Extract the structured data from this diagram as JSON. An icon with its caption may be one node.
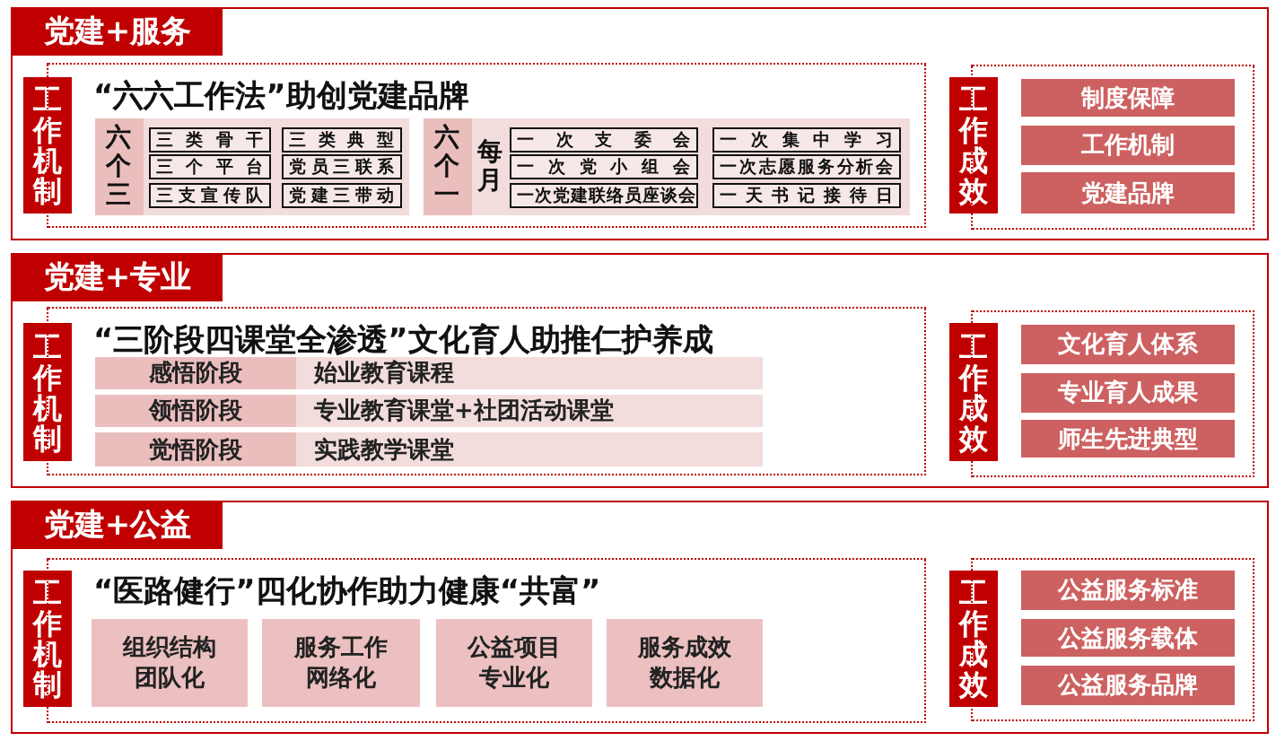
{
  "diagram": {
    "nodes": [
      {
        "text": [
          "党建+服务"
        ]
      },
      {
        "text": [
          "工作机制"
        ],
        "in": 0
      },
      {
        "text": [
          "“六六工作法”助创党建品牌"
        ],
        "in": 0
      },
      {
        "text": [
          "六个三"
        ],
        "in": 2
      },
      {
        "text": [
          "三类骨干"
        ],
        "in": 3
      },
      {
        "text": [
          "三类典型"
        ],
        "in": 3
      },
      {
        "text": [
          "三个平台"
        ],
        "in": 3
      },
      {
        "text": [
          "党员三联系"
        ],
        "in": 3
      },
      {
        "text": [
          "三支宣传队"
        ],
        "in": 3
      },
      {
        "text": [
          "党建三带动"
        ],
        "in": 3
      },
      {
        "text": [
          "六个一",
          "每月"
        ],
        "in": 2
      },
      {
        "text": [
          "一次支委会"
        ],
        "in": 10
      },
      {
        "text": [
          "一次集中学习"
        ],
        "in": 10
      },
      {
        "text": [
          "一次党小组会"
        ],
        "in": 10
      },
      {
        "text": [
          "一次志愿服务分析会"
        ],
        "in": 10
      },
      {
        "text": [
          "一次党建联络员座谈会"
        ],
        "in": 10
      },
      {
        "text": [
          "一天书记接待日"
        ],
        "in": 10
      },
      {
        "text": [
          "工作成效"
        ],
        "in": 0
      },
      {
        "text": [],
        "shape": "box",
        "in": 0
      },
      {
        "text": [
          "制度保障"
        ],
        "in": 18
      },
      {
        "text": [
          "工作机制"
        ],
        "in": 18
      },
      {
        "text": [
          "党建品牌"
        ],
        "in": 18
      },
      {
        "text": [
          "党建+专业"
        ]
      },
      {
        "text": [
          "工作机制"
        ],
        "in": 22
      },
      {
        "text": [
          "“三阶段四课堂全渗透”文化育人助推仁护养成"
        ],
        "in": 22
      },
      {
        "text": [
          "感悟阶段",
          "始业教育课程"
        ],
        "in": 24
      },
      {
        "text": [
          "领悟阶段",
          "专业教育课堂+社团活动课堂"
        ],
        "in": 24
      },
      {
        "text": [
          "觉悟阶段",
          "实践教学课堂"
        ],
        "in": 24
      },
      {
        "text": [
          "工作成效"
        ],
        "in": 22
      },
      {
        "text": [],
        "shape": "box",
        "in": 22
      },
      {
        "text": [
          "文化育人体系"
        ],
        "in": 29
      },
      {
        "text": [
          "专业育人成果"
        ],
        "in": 29
      },
      {
        "text": [
          "师生先进典型"
        ],
        "in": 29
      },
      {
        "text": [
          "党建+公益"
        ]
      },
      {
        "text": [
          "工作机制"
        ],
        "in": 33
      },
      {
        "text": [
          "“医路健行”四化协作助力健康“共富”"
        ],
        "in": 33
      },
      {
        "text": [
          "组织结构团队化"
        ],
        "in": 35
      },
      {
        "text": [
          "服务工作网络化"
        ],
        "in": 35
      },
      {
        "text": [
          "公益项目专业化"
        ],
        "in": 35
      },
      {
        "text": [
          "服务成效数据化"
        ],
        "in": 35
      },
      {
        "text": [
          "工作成效"
        ],
        "in": 33
      },
      {
        "text": [],
        "shape": "box",
        "in": 33
      },
      {
        "text": [
          "公益服务标准"
        ],
        "in": 41
      },
      {
        "text": [
          "公益服务载体"
        ],
        "in": 41
      },
      {
        "text": [
          "公益服务品牌"
        ],
        "in": 41
      }
    ]
  }
}
